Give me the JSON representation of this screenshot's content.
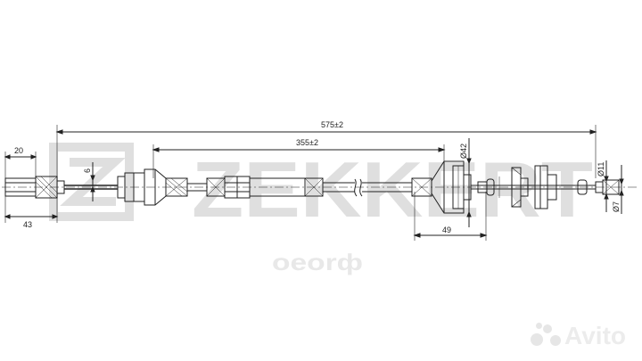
{
  "watermark": {
    "brand": "ZEKKERT",
    "domain": "оеоrф"
  },
  "dimensions": {
    "overall": "575±2",
    "middle": "355±2",
    "left_top": "20",
    "left_bottom": "43",
    "right_bottom": "49",
    "small_6": "6",
    "dia_42": "Ø42",
    "dia_11": "Ø11",
    "dia_7": "Ø7"
  },
  "avito": {
    "label": "Avito"
  }
}
